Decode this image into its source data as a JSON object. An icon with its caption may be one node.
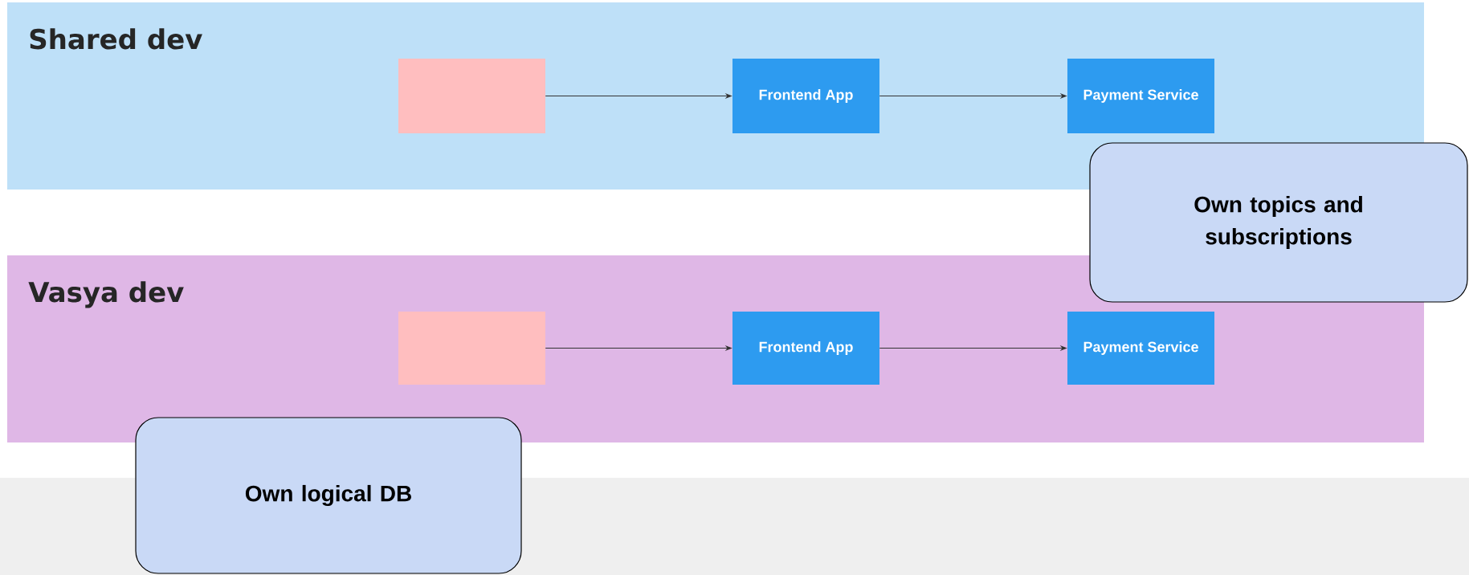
{
  "diagram": {
    "nodes": [
      {
        "text": [
          "Shared dev"
        ]
      },
      {
        "text": [],
        "shape": "box",
        "in": 0
      },
      {
        "text": [
          "Frontend App"
        ],
        "in": 0
      },
      {
        "text": [
          "Payment Service"
        ],
        "in": 0
      },
      {
        "text": [
          "Vasya dev"
        ]
      },
      {
        "text": [],
        "shape": "box",
        "in": 4
      },
      {
        "text": [
          "Frontend App"
        ],
        "in": 4
      },
      {
        "text": [
          "Payment Service"
        ],
        "in": 4
      },
      {
        "text": [
          "Own topics and subscriptions"
        ]
      },
      {
        "text": [
          "Own logical DB"
        ]
      }
    ],
    "edges": [
      {
        "from": 1,
        "to": 2,
        "arrow": "to"
      },
      {
        "from": 2,
        "to": 3,
        "arrow": "to"
      },
      {
        "from": 5,
        "to": 6,
        "arrow": "to"
      },
      {
        "from": 6,
        "to": 7,
        "arrow": "to"
      }
    ]
  }
}
